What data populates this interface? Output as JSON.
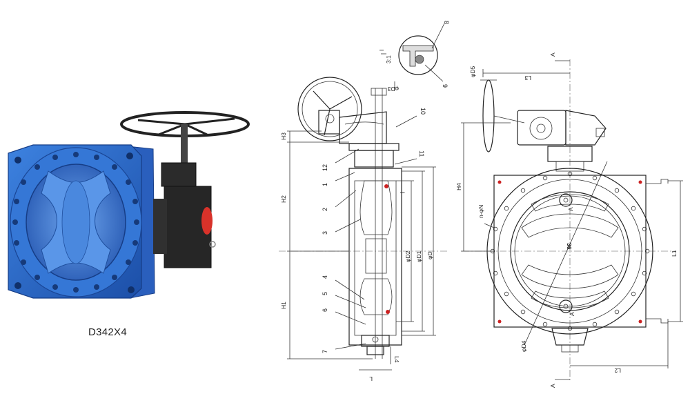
{
  "product": {
    "model": "D342X4",
    "colors": {
      "body": "#2f6fd0",
      "body_dark": "#1c4fa8",
      "actuator": "#2a2a2a",
      "accent_red": "#d8322a"
    }
  },
  "section_view": {
    "dimensions": [
      "H3",
      "H2",
      "H1",
      "L4",
      "L",
      "φD3",
      "φD2",
      "φD1",
      "φD"
    ],
    "part_numbers": [
      "1",
      "2",
      "3",
      "4",
      "5",
      "6",
      "7",
      "10",
      "11",
      "12"
    ]
  },
  "detail_view": {
    "label": "I",
    "scale": "3:1",
    "part_numbers": [
      "8",
      "9"
    ]
  },
  "front_view": {
    "dimensions": [
      "L3",
      "φD5",
      "H4",
      "n-φN",
      "L1",
      "L2",
      "φD4"
    ],
    "section_marks": [
      "A",
      "A",
      "A",
      "A"
    ],
    "center_label": "36"
  },
  "icons": [
    "handwheel-icon",
    "gearbox-icon",
    "bolt-hole-icon"
  ]
}
